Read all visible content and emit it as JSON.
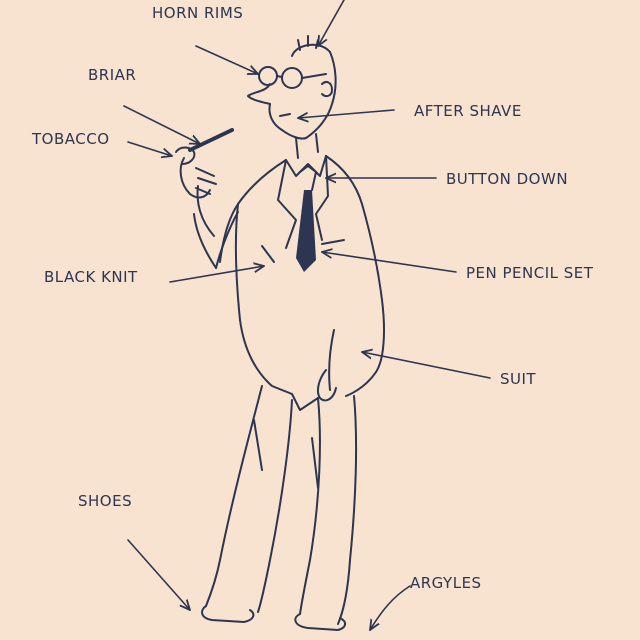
{
  "colors": {
    "paper": "#f7e3cf",
    "ink": "#2c3552"
  },
  "labels": {
    "horn_rims": "HORN RIMS",
    "briar": "BRIAR",
    "tobacco": "TOBACCO",
    "after_shave": "AFTER SHAVE",
    "button_down": "BUTTON DOWN",
    "black_knit": "BLACK KNIT",
    "pen_pencil_set": "PEN PENCIL SET",
    "suit": "SUIT",
    "shoes": "SHOES",
    "argyles": "ARGYLES"
  }
}
